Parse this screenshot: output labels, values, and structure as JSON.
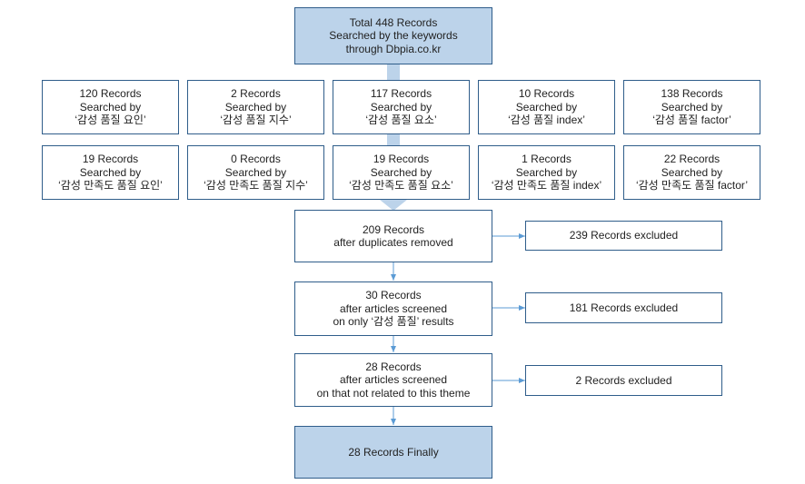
{
  "colors": {
    "box_border": "#2f5d8a",
    "filled_box": "#bcd3ea",
    "trunk": "#bcd3ea",
    "arrow": "#5b9bd5"
  },
  "top": [
    "Total 448 Records",
    "Searched by the keywords",
    "through Dbpia.co.kr"
  ],
  "row1": [
    [
      "120 Records",
      "Searched by",
      "‘감성 품질 요인’"
    ],
    [
      "2 Records",
      "Searched by",
      "‘감성 품질 지수’"
    ],
    [
      "117 Records",
      "Searched by",
      "‘감성 품질 요소’"
    ],
    [
      "10 Records",
      "Searched by",
      "‘감성 품질 index’"
    ],
    [
      "138 Records",
      "Searched by",
      "‘감성 품질 factor’"
    ]
  ],
  "row2": [
    [
      "19 Records",
      "Searched by",
      "‘감성 만족도 품질 요인’"
    ],
    [
      "0 Records",
      "Searched by",
      "‘감성 만족도 품질 지수’"
    ],
    [
      "19 Records",
      "Searched by",
      "‘감성 만족도 품질 요소’"
    ],
    [
      "1 Records",
      "Searched by",
      "‘감성 만족도 품질 index’"
    ],
    [
      "22 Records",
      "Searched by",
      "‘감성 만족도 품질 factor’"
    ]
  ],
  "steps": [
    [
      "209 Records",
      "after duplicates removed"
    ],
    [
      "30 Records",
      "after articles screened",
      "on only ‘감성 품질’ results"
    ],
    [
      "28 Records",
      "after articles screened",
      "on that not related to this theme"
    ]
  ],
  "excluded": [
    "239 Records excluded",
    "181 Records excluded",
    "2 Records excluded"
  ],
  "final": "28 Records Finally"
}
